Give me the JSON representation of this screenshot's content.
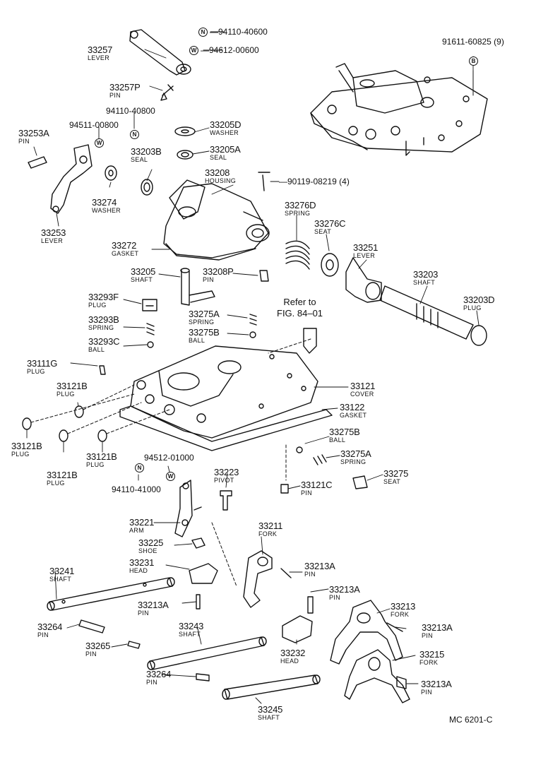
{
  "parts": [
    {
      "id": "p1",
      "number": "33257",
      "name": "LEVER"
    },
    {
      "id": "p2",
      "number": "33257P",
      "name": "PIN"
    },
    {
      "id": "p3",
      "number": "94110-40600",
      "mark": "N"
    },
    {
      "id": "p4",
      "number": "94612-00600",
      "mark": "W"
    },
    {
      "id": "p5",
      "number": "91611-60825 (9)",
      "mark": "B"
    },
    {
      "id": "p6",
      "number": "94110-40800",
      "mark": "N"
    },
    {
      "id": "p7",
      "number": "94511-00800",
      "mark": "W"
    },
    {
      "id": "p8",
      "number": "33253A",
      "name": "PIN"
    },
    {
      "id": "p9",
      "number": "33205D",
      "name": "WASHER"
    },
    {
      "id": "p10",
      "number": "33203B",
      "name": "SEAL"
    },
    {
      "id": "p11",
      "number": "33205A",
      "name": "SEAL"
    },
    {
      "id": "p12",
      "number": "33208",
      "name": "HOUSING"
    },
    {
      "id": "p13",
      "number": "90119-08219 (4)"
    },
    {
      "id": "p14",
      "number": "33274",
      "name": "WASHER"
    },
    {
      "id": "p15",
      "number": "33253",
      "name": "LEVER"
    },
    {
      "id": "p16",
      "number": "33276D",
      "name": "SPRING"
    },
    {
      "id": "p17",
      "number": "33276C",
      "name": "SEAT"
    },
    {
      "id": "p18",
      "number": "33272",
      "name": "GASKET"
    },
    {
      "id": "p19",
      "number": "33251",
      "name": "LEVER"
    },
    {
      "id": "p20",
      "number": "33205",
      "name": "SHAFT"
    },
    {
      "id": "p21",
      "number": "33208P",
      "name": "PIN"
    },
    {
      "id": "p22",
      "number": "33203",
      "name": "SHAFT"
    },
    {
      "id": "p23",
      "number": "33293F",
      "name": "PLUG"
    },
    {
      "id": "p24",
      "number": "33203D",
      "name": "PLUG"
    },
    {
      "id": "p25",
      "number": "33275A",
      "name": "SPRING"
    },
    {
      "id": "p26",
      "number": "33293B",
      "name": "SPRING"
    },
    {
      "id": "p27",
      "number": "33275B",
      "name": "BALL"
    },
    {
      "id": "p28",
      "number": "33293C",
      "name": "BALL"
    },
    {
      "id": "p29",
      "number": "33111G",
      "name": "PLUG"
    },
    {
      "id": "p30",
      "number": "33121B",
      "name": "PLUG"
    },
    {
      "id": "p31",
      "number": "33121",
      "name": "COVER"
    },
    {
      "id": "p32",
      "number": "33122",
      "name": "GASKET"
    },
    {
      "id": "p33",
      "number": "33121B",
      "name": "PLUG"
    },
    {
      "id": "p34",
      "number": "33121B",
      "name": "PLUG"
    },
    {
      "id": "p35",
      "number": "33121B",
      "name": "PLUG"
    },
    {
      "id": "p36",
      "number": "33275B",
      "name": "BALL"
    },
    {
      "id": "p37",
      "number": "33275A",
      "name": "SPRING"
    },
    {
      "id": "p38",
      "number": "94512-01000",
      "mark": "W"
    },
    {
      "id": "p39",
      "number": "94110-41000",
      "mark": "N"
    },
    {
      "id": "p40",
      "number": "33223",
      "name": "PIVOT"
    },
    {
      "id": "p41",
      "number": "33275",
      "name": "SEAT"
    },
    {
      "id": "p42",
      "number": "33121C",
      "name": "PIN"
    },
    {
      "id": "p43",
      "number": "33221",
      "name": "ARM"
    },
    {
      "id": "p44",
      "number": "33211",
      "name": "FORK"
    },
    {
      "id": "p45",
      "number": "33225",
      "name": "SHOE"
    },
    {
      "id": "p46",
      "number": "33231",
      "name": "HEAD"
    },
    {
      "id": "p47",
      "number": "33213A",
      "name": "PIN"
    },
    {
      "id": "p48",
      "number": "33241",
      "name": "SHAFT"
    },
    {
      "id": "p49",
      "number": "33213A",
      "name": "PIN"
    },
    {
      "id": "p50",
      "number": "33213A",
      "name": "PIN"
    },
    {
      "id": "p51",
      "number": "33213",
      "name": "FORK"
    },
    {
      "id": "p52",
      "number": "33264",
      "name": "PIN"
    },
    {
      "id": "p53",
      "number": "33243",
      "name": "SHAFT"
    },
    {
      "id": "p54",
      "number": "33213A",
      "name": "PIN"
    },
    {
      "id": "p55",
      "number": "33265",
      "name": "PIN"
    },
    {
      "id": "p56",
      "number": "33232",
      "name": "HEAD"
    },
    {
      "id": "p57",
      "number": "33215",
      "name": "FORK"
    },
    {
      "id": "p58",
      "number": "33264",
      "name": "PIN"
    },
    {
      "id": "p59",
      "number": "33213A",
      "name": "PIN"
    },
    {
      "id": "p60",
      "number": "33245",
      "name": "SHAFT"
    }
  ],
  "reference": {
    "line1": "Refer to",
    "line2": "FIG. 84–01"
  },
  "drawing_code": "MC 6201-C",
  "colors": {
    "ink": "#111111",
    "paper": "#ffffff"
  }
}
